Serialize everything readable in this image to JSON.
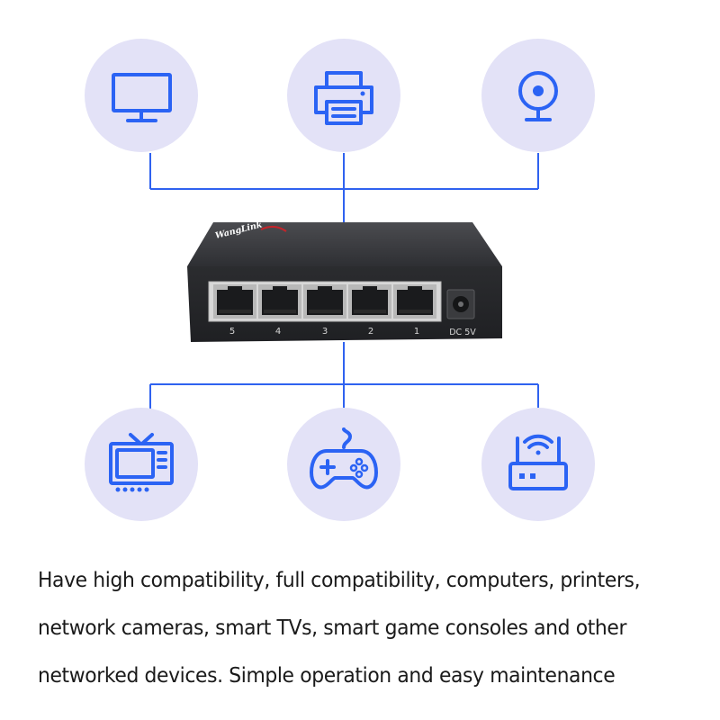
{
  "colors": {
    "accent_blue": "#2f62f0",
    "icon_blue": "#2b63f4",
    "circle_fill": "#e3e2f7",
    "switch_body": "#2c2d30",
    "text": "#1a1a1a"
  },
  "devices_top": [
    {
      "icon": "monitor-icon"
    },
    {
      "icon": "printer-icon"
    },
    {
      "icon": "webcam-icon"
    }
  ],
  "devices_bottom": [
    {
      "icon": "tv-icon"
    },
    {
      "icon": "gamepad-icon"
    },
    {
      "icon": "router-icon"
    }
  ],
  "switch": {
    "brand": "WangLink",
    "ports": [
      "5",
      "4",
      "3",
      "2",
      "1"
    ],
    "power_label": "DC 5V"
  },
  "description": {
    "line1": "Have high compatibility, full compatibility, computers, printers,",
    "line2": "network cameras, smart TVs, smart game consoles and other",
    "line3": "networked devices. Simple operation and easy maintenance"
  }
}
